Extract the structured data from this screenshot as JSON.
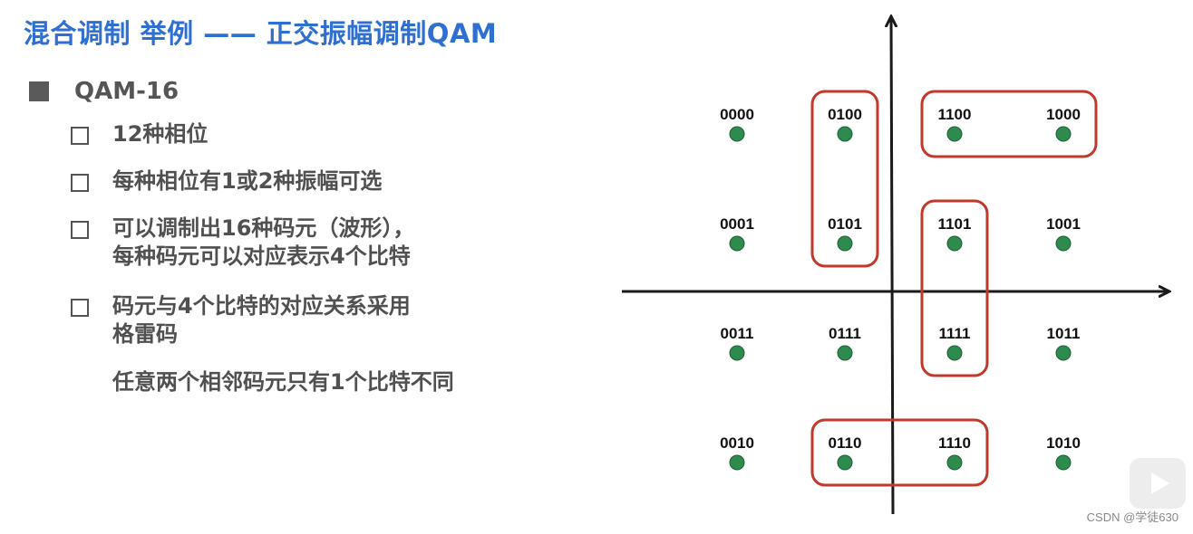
{
  "title": "混合调制 举例 —— 正交振幅调制QAM",
  "main_bullet": "QAM-16",
  "sub_bullets": [
    {
      "lines": [
        "12种相位"
      ]
    },
    {
      "lines": [
        "每种相位有1或2种振幅可选"
      ]
    },
    {
      "lines": [
        "可以调制出16种码元（波形），",
        "每种码元可以对应表示4个比特"
      ]
    },
    {
      "lines": [
        "码元与4个比特的对应关系采用",
        "格雷码"
      ]
    }
  ],
  "extra_line": "任意两个相邻码元只有1个比特不同",
  "watermark": "CSDN @学徒630",
  "colors": {
    "title": "#2f6fd0",
    "point": "#2e8b4e",
    "highlight": "#c0392b",
    "axis": "#1a1a1a"
  },
  "chart_data": {
    "type": "scatter",
    "grid_columns": 4,
    "grid_rows": 4,
    "points": [
      {
        "label": "0000",
        "col": 0,
        "row": 0
      },
      {
        "label": "0100",
        "col": 1,
        "row": 0
      },
      {
        "label": "1100",
        "col": 2,
        "row": 0
      },
      {
        "label": "1000",
        "col": 3,
        "row": 0
      },
      {
        "label": "0001",
        "col": 0,
        "row": 1
      },
      {
        "label": "0101",
        "col": 1,
        "row": 1
      },
      {
        "label": "1101",
        "col": 2,
        "row": 1
      },
      {
        "label": "1001",
        "col": 3,
        "row": 1
      },
      {
        "label": "0011",
        "col": 0,
        "row": 2
      },
      {
        "label": "0111",
        "col": 1,
        "row": 2
      },
      {
        "label": "1111",
        "col": 2,
        "row": 2
      },
      {
        "label": "1011",
        "col": 3,
        "row": 2
      },
      {
        "label": "0010",
        "col": 0,
        "row": 3
      },
      {
        "label": "0110",
        "col": 1,
        "row": 3
      },
      {
        "label": "1110",
        "col": 2,
        "row": 3
      },
      {
        "label": "1010",
        "col": 3,
        "row": 3
      }
    ],
    "highlight_groups": [
      [
        "0100",
        "0101"
      ],
      [
        "1100",
        "1000"
      ],
      [
        "1101",
        "1111"
      ],
      [
        "0110",
        "1110"
      ]
    ]
  }
}
